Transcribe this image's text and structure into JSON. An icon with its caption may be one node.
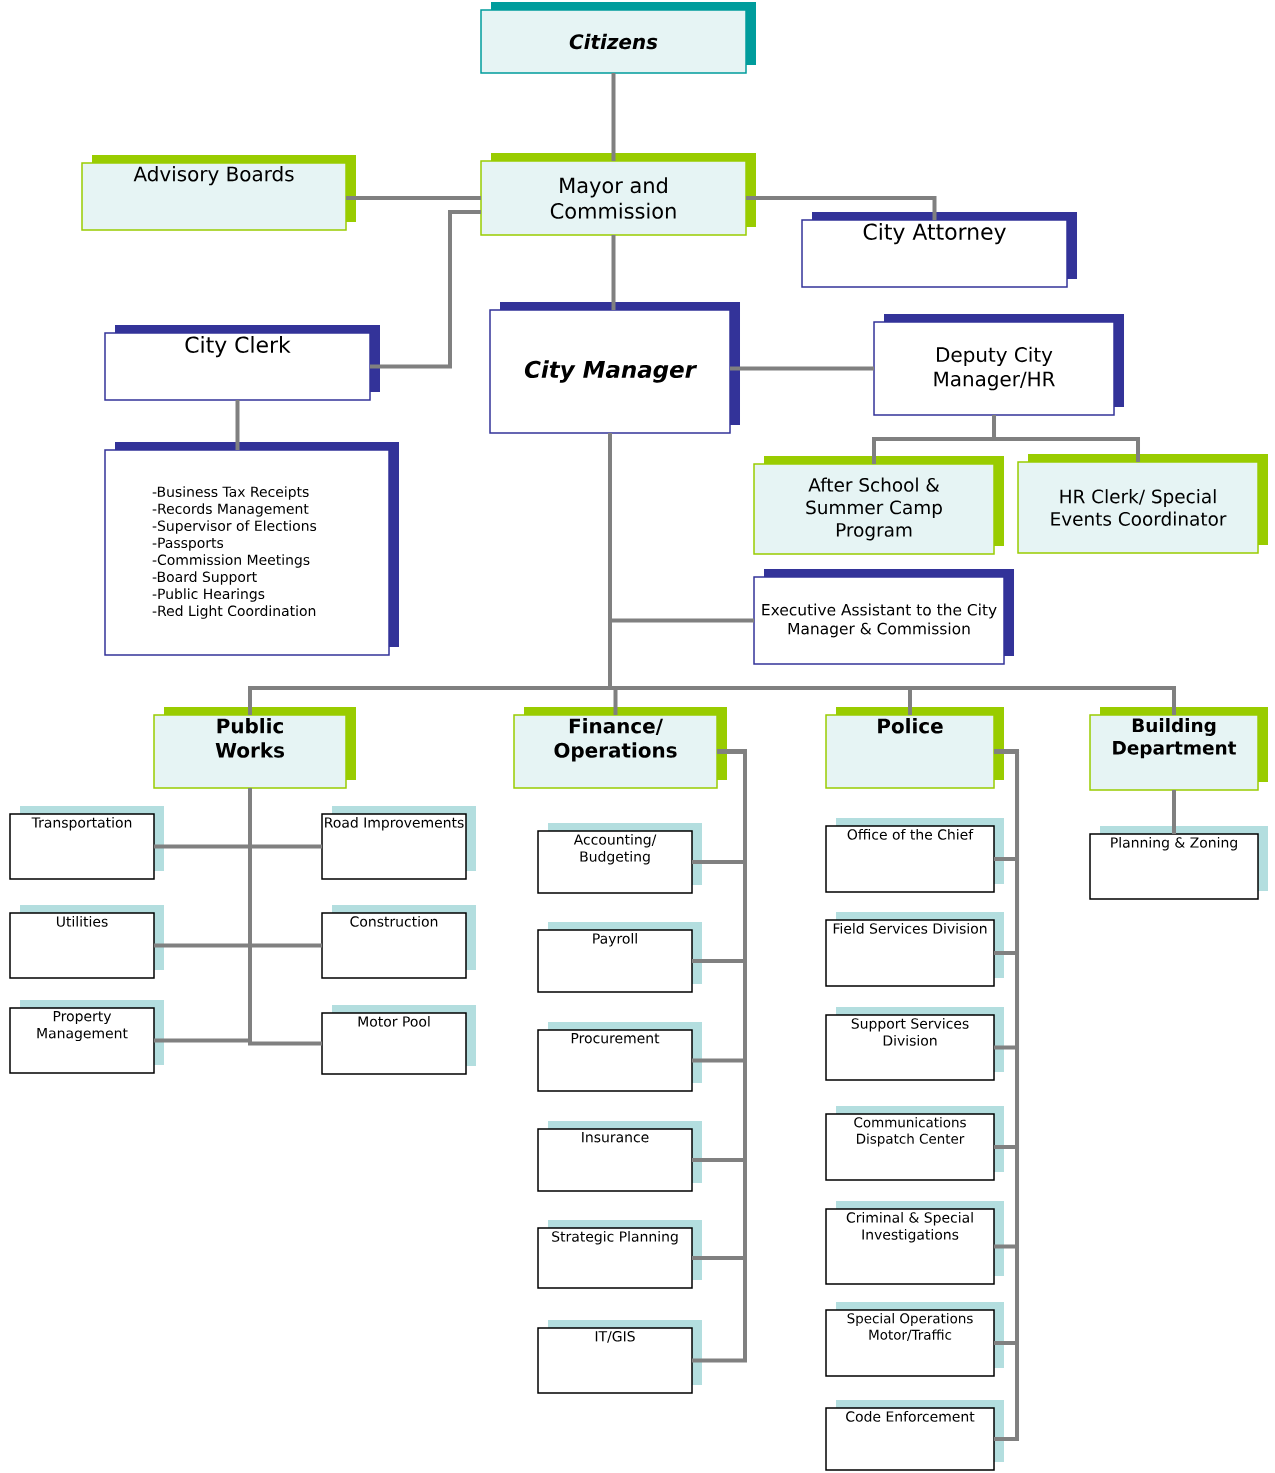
{
  "diagram": {
    "nodes": [
      {
        "text": [
          "Citizens"
        ]
      },
      {
        "text": [
          "Mayor and Commission"
        ]
      },
      {
        "text": [
          "Advisory Boards"
        ]
      },
      {
        "text": [
          "City Attorney"
        ]
      },
      {
        "text": [
          "City Clerk"
        ]
      },
      {
        "text": [
          "City Manager"
        ]
      },
      {
        "text": [
          "Deputy City Manager/HR"
        ]
      },
      {
        "text": [
          "-Business Tax Receipts",
          "-Records Management",
          "-Supervisor of Elections",
          "-Passports",
          "-Commission Meetings",
          "-Board Support",
          "-Public Hearings",
          "-Red Light Coordination"
        ]
      },
      {
        "text": [
          "After School & Summer Camp Program"
        ]
      },
      {
        "text": [
          "HR Clerk/ Special Events Coordinator"
        ]
      },
      {
        "text": [
          "Executive Assistant to the City Manager & Commission"
        ]
      },
      {
        "text": [
          "Public Works"
        ]
      },
      {
        "text": [
          "Finance/ Operations"
        ]
      },
      {
        "text": [
          "Police"
        ]
      },
      {
        "text": [
          "Building Department"
        ]
      },
      {
        "text": [
          "Transportation"
        ]
      },
      {
        "text": [
          "Road Improvements"
        ]
      },
      {
        "text": [
          "Utilities"
        ]
      },
      {
        "text": [
          "Construction"
        ]
      },
      {
        "text": [
          "Property Management"
        ]
      },
      {
        "text": [
          "Motor Pool"
        ]
      },
      {
        "text": [
          "Accounting/ Budgeting"
        ]
      },
      {
        "text": [
          "Payroll"
        ]
      },
      {
        "text": [
          "Procurement"
        ]
      },
      {
        "text": [
          "Insurance"
        ]
      },
      {
        "text": [
          "Strategic Planning"
        ]
      },
      {
        "text": [
          "IT/GIS"
        ]
      },
      {
        "text": [
          "Office of the Chief"
        ]
      },
      {
        "text": [
          "Field Services Division"
        ]
      },
      {
        "text": [
          "Support Services Division"
        ]
      },
      {
        "text": [
          "Communications Dispatch Center"
        ]
      },
      {
        "text": [
          "Criminal & Special Investigations"
        ]
      },
      {
        "text": [
          "Special Operations Motor/Traffic"
        ]
      },
      {
        "text": [
          "Code Enforcement"
        ]
      },
      {
        "text": [
          "Planning & Zoning"
        ]
      }
    ],
    "edges": [
      {
        "from": 0,
        "to": 1,
        "arrow": "none"
      },
      {
        "from": 1,
        "to": 2,
        "arrow": "none"
      },
      {
        "from": 1,
        "to": 3,
        "arrow": "none"
      },
      {
        "from": 1,
        "to": 4,
        "arrow": "none"
      },
      {
        "from": 1,
        "to": 5,
        "arrow": "none"
      },
      {
        "from": 5,
        "to": 6,
        "arrow": "none"
      },
      {
        "from": 4,
        "to": 7,
        "arrow": "none"
      },
      {
        "from": 6,
        "to": 8,
        "arrow": "none"
      },
      {
        "from": 6,
        "to": 9,
        "arrow": "none"
      },
      {
        "from": 5,
        "to": 10,
        "arrow": "none"
      },
      {
        "from": 5,
        "to": 11,
        "arrow": "none"
      },
      {
        "from": 5,
        "to": 12,
        "arrow": "none"
      },
      {
        "from": 5,
        "to": 13,
        "arrow": "none"
      },
      {
        "from": 5,
        "to": 14,
        "arrow": "none"
      },
      {
        "from": 11,
        "to": 15,
        "arrow": "none"
      },
      {
        "from": 11,
        "to": 16,
        "arrow": "none"
      },
      {
        "from": 11,
        "to": 17,
        "arrow": "none"
      },
      {
        "from": 11,
        "to": 18,
        "arrow": "none"
      },
      {
        "from": 11,
        "to": 19,
        "arrow": "none"
      },
      {
        "from": 11,
        "to": 20,
        "arrow": "none"
      },
      {
        "from": 12,
        "to": 21,
        "arrow": "none"
      },
      {
        "from": 12,
        "to": 22,
        "arrow": "none"
      },
      {
        "from": 12,
        "to": 23,
        "arrow": "none"
      },
      {
        "from": 12,
        "to": 24,
        "arrow": "none"
      },
      {
        "from": 12,
        "to": 25,
        "arrow": "none"
      },
      {
        "from": 12,
        "to": 26,
        "arrow": "none"
      },
      {
        "from": 13,
        "to": 27,
        "arrow": "none"
      },
      {
        "from": 13,
        "to": 28,
        "arrow": "none"
      },
      {
        "from": 13,
        "to": 29,
        "arrow": "none"
      },
      {
        "from": 13,
        "to": 30,
        "arrow": "none"
      },
      {
        "from": 13,
        "to": 31,
        "arrow": "none"
      },
      {
        "from": 13,
        "to": 32,
        "arrow": "none"
      },
      {
        "from": 13,
        "to": 33,
        "arrow": "none"
      },
      {
        "from": 14,
        "to": 34,
        "arrow": "none"
      }
    ]
  }
}
